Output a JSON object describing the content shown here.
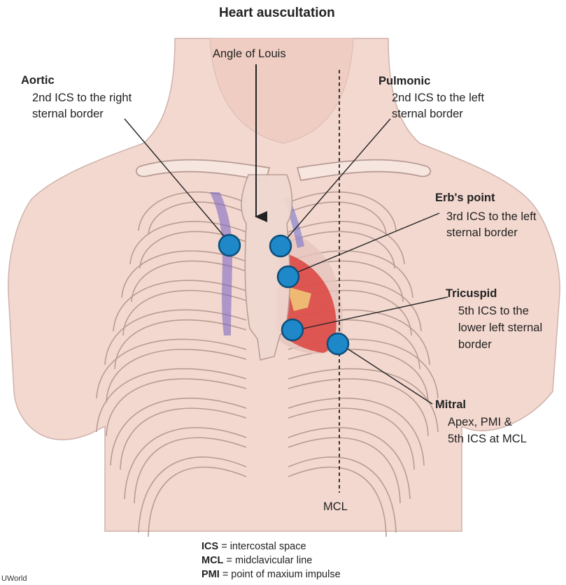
{
  "title": "Heart auscultation",
  "landmark": "Angle of Louis",
  "mcl_label": "MCL",
  "sites": {
    "aortic": {
      "name": "Aortic",
      "line1": "2nd ICS to the right",
      "line2": "sternal border"
    },
    "pulmonic": {
      "name": "Pulmonic",
      "line1": "2nd ICS to the left",
      "line2": "sternal border"
    },
    "erbs": {
      "name": "Erb's point",
      "line1": "3rd ICS to the left",
      "line2": "sternal border"
    },
    "tricuspid": {
      "name": "Tricuspid",
      "line1": "5th ICS to the",
      "line2": "lower left sternal",
      "line3": "border"
    },
    "mitral": {
      "name": "Mitral",
      "line1": "Apex, PMI &",
      "line2": "5th ICS at MCL"
    }
  },
  "legend": [
    {
      "abbr": "ICS",
      "text": "= intercostal space"
    },
    {
      "abbr": "MCL",
      "text": "= midclavicular line"
    },
    {
      "abbr": "PMI",
      "text": "= point of maxium impulse"
    }
  ],
  "brand": "UWorld",
  "colors": {
    "skin": "#f3d8cf",
    "rib_outline": "#b89c94",
    "marker": "#1e88c8",
    "marker_outline": "#0d4f7a"
  }
}
